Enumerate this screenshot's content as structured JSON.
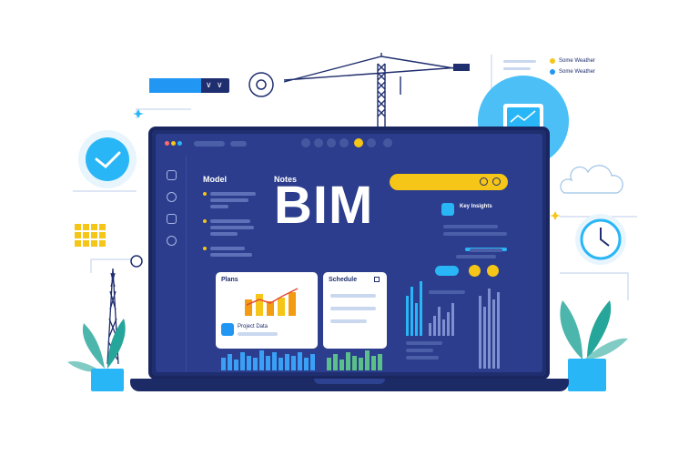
{
  "title": "BIM",
  "screen": {
    "col1_title": "Model",
    "col2_title": "Notes",
    "info_card_label": "Key Insights",
    "chart_card_title": "Plans",
    "chart_card_caption": "Project Data",
    "list_card_title": "Schedule"
  },
  "legend": {
    "item1": "Some Weather",
    "item2": "Some Weather"
  },
  "colors": {
    "laptop_frame": "#1f2e6e",
    "screen_bg": "#2b3d8c",
    "accent_blue": "#29b6f6",
    "accent_yellow": "#f5c518",
    "accent_orange": "#f39c12",
    "bar_blue": "#3aa0f5",
    "bar_green": "#5bbf8a",
    "plant_leaf": "#4db6ac"
  },
  "icons": [
    "clock-icon",
    "monitor-icon",
    "cloud-icon",
    "crane-icon",
    "tower-icon",
    "plant-icon",
    "grid-icon",
    "camera-icon",
    "search-icon",
    "settings-icon",
    "chevron-down-icon"
  ]
}
